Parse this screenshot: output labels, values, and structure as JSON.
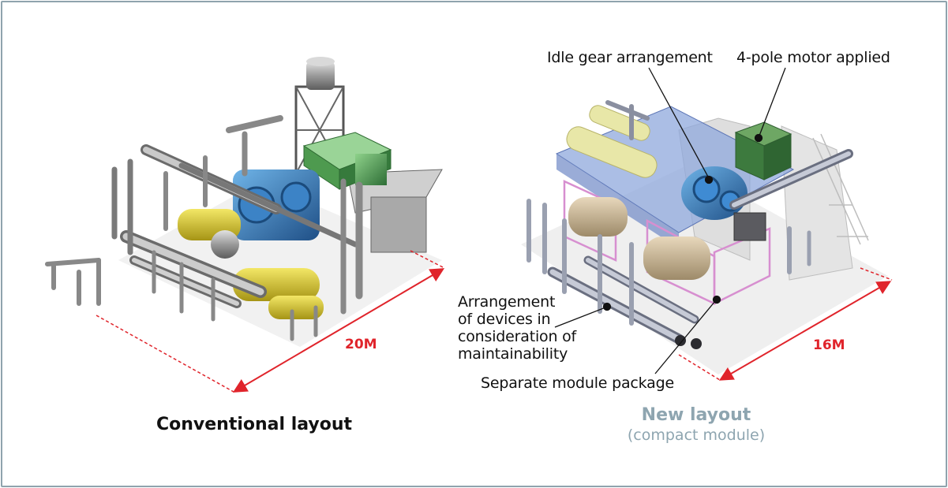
{
  "conventional": {
    "caption": "Conventional layout",
    "dimension": "20M"
  },
  "new_layout": {
    "caption": "New layout",
    "subcaption": "(compact module)",
    "dimension": "16M"
  },
  "callouts": {
    "idle_gear": "Idle gear arrangement",
    "motor": "4-pole motor applied",
    "arrangement_line1": "Arrangement",
    "arrangement_line2": "of devices in",
    "arrangement_line3": "consideration of",
    "arrangement_line4": "maintainability",
    "separate_module": "Separate module package"
  },
  "colors": {
    "dimension_red": "#e0242b",
    "caption_gray": "#8ea5b0",
    "motor_green": "#3f9a4a",
    "gear_blue": "#2f7fc1",
    "vessel_yellow": "#d8c62a",
    "module_blue": "#7f9ed6",
    "module_pink": "#d78fd0"
  }
}
